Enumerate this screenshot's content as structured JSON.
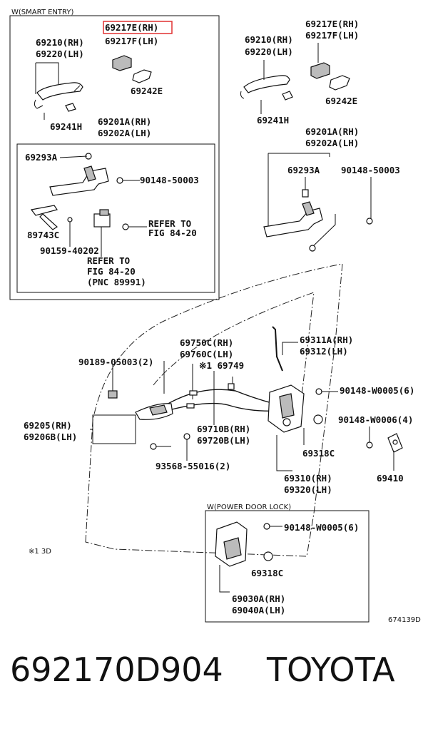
{
  "box_smart_entry": {
    "title": "W(SMART ENTRY)"
  },
  "box_power_door_lock": {
    "title": "W(POWER DOOR LOCK)"
  },
  "highlight": {
    "part": "69217E(RH)",
    "color": "#e03030"
  },
  "labels": {
    "se_69217f": "69217F(LH)",
    "se_69210": "69210(RH)",
    "se_69220": "69220(LH)",
    "se_69242e": "69242E",
    "se_69241h": "69241H",
    "se_69201a": "69201A(RH)",
    "se_69202a": "69202A(LH)",
    "se_69293a": "69293A",
    "se_90148_50003": "90148-50003",
    "se_89743c": "89743C",
    "se_refer1a": "REFER TO",
    "se_refer1b": "FIG 84-20",
    "se_90159": "90159-40202",
    "se_refer2a": "REFER TO",
    "se_refer2b": "FIG 84-20",
    "se_refer2c": "(PNC 89991)",
    "r_69210": "69210(RH)",
    "r_69220": "69220(LH)",
    "r_69217e": "69217E(RH)",
    "r_69217f": "69217F(LH)",
    "r_69242e": "69242E",
    "r_69241h": "69241H",
    "r_69201a": "69201A(RH)",
    "r_69202a": "69202A(LH)",
    "r_69293a": "69293A",
    "r_90148_50003": "90148-50003",
    "m_69750c": "69750C(RH)",
    "m_69760c": "69760C(LH)",
    "m_69311a": "69311A(RH)",
    "m_69312": "69312(LH)",
    "m_90189": "90189-05003(2)",
    "m_69749": "※1 69749",
    "m_90148_w5": "90148-W0005(6)",
    "m_90148_w6": "90148-W0006(4)",
    "m_69205": "69205(RH)",
    "m_69206b": "69206B(LH)",
    "m_69710b": "69710B(RH)",
    "m_69720b": "69720B(LH)",
    "m_69318c": "69318C",
    "m_69410": "69410",
    "m_93568": "93568-55016(2)",
    "m_69310": "69310(RH)",
    "m_69320": "69320(LH)",
    "p_90148_w5": "90148-W0005(6)",
    "p_69318c": "69318C",
    "p_69030a": "69030A(RH)",
    "p_69040a": "69040A(LH)"
  },
  "note": "※1 3D",
  "figure_code": "674139D",
  "footer": {
    "part_number": "692170D904",
    "brand": "TOYOTA"
  }
}
